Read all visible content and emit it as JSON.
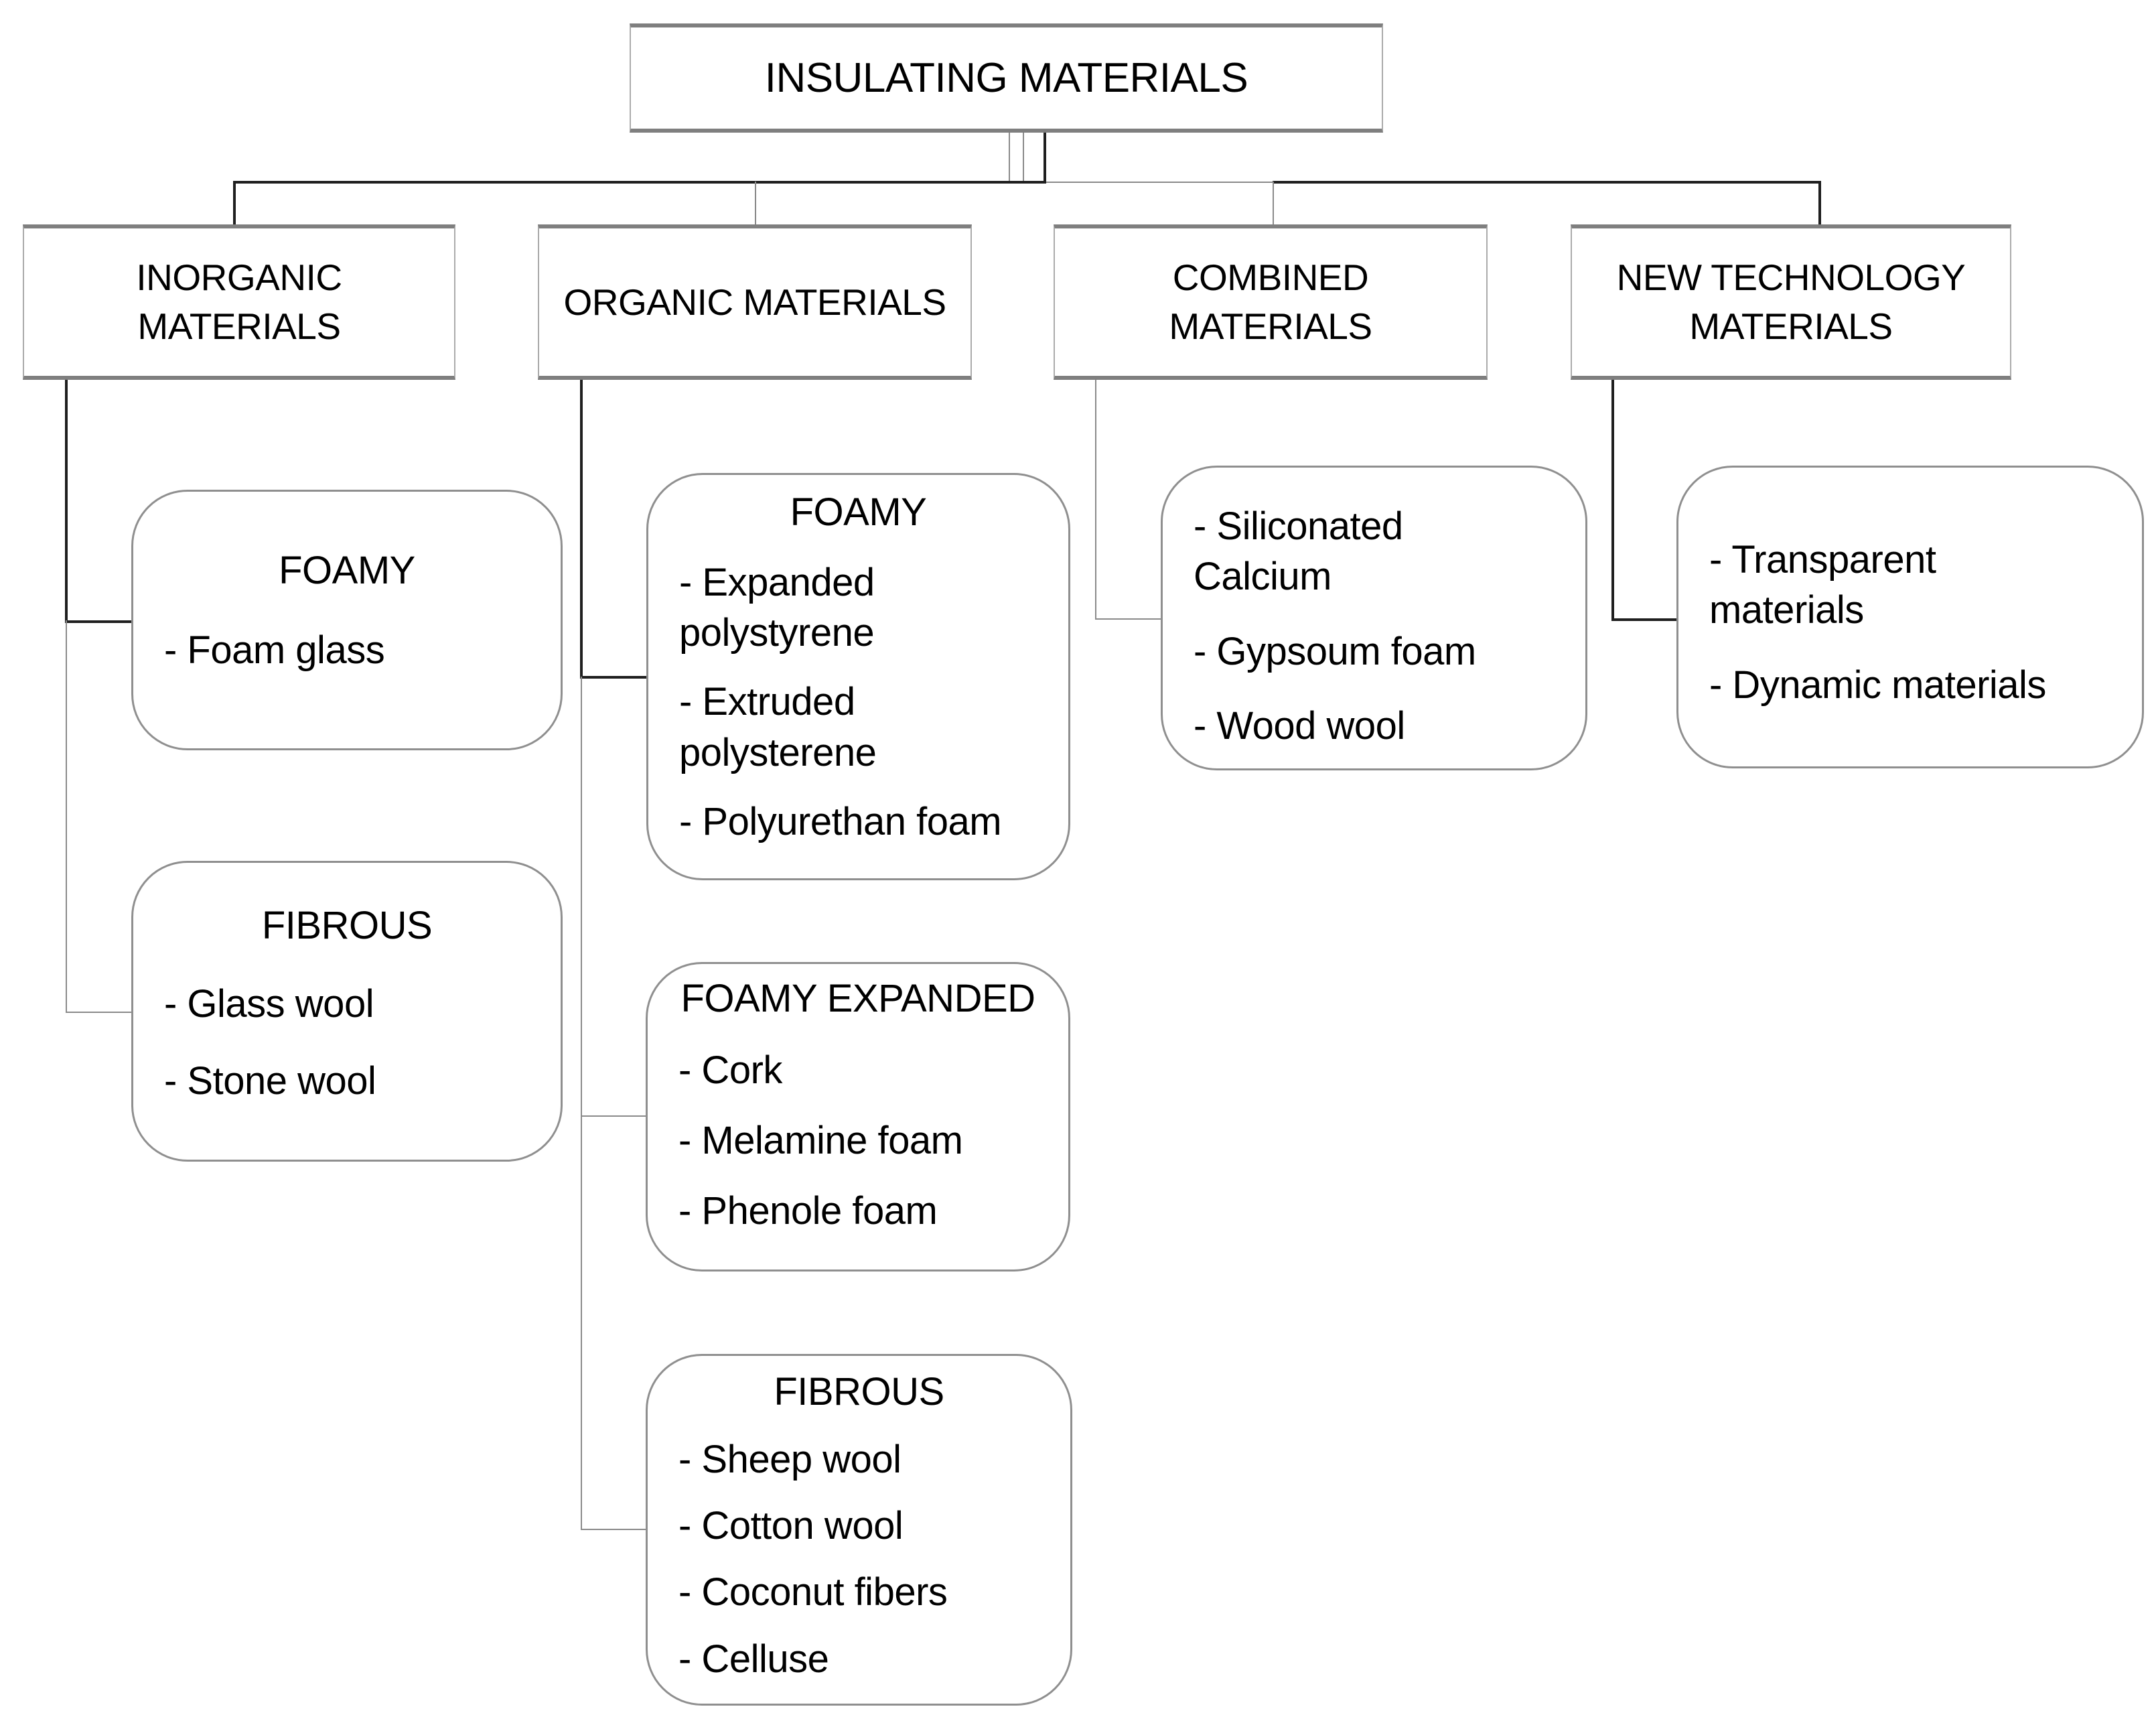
{
  "diagram": {
    "title": "INSULATING MATERIALS",
    "branches": {
      "inorganic": {
        "label": "INORGANIC\nMATERIALS",
        "children": [
          {
            "title": "FOAMY",
            "items": [
              "- Foam glass"
            ]
          },
          {
            "title": "FIBROUS",
            "items": [
              "- Glass wool",
              "- Stone wool"
            ]
          }
        ]
      },
      "organic": {
        "label": "ORGANIC MATERIALS",
        "children": [
          {
            "title": "FOAMY",
            "items": [
              "- Expanded\npolystyrene",
              "- Extruded\npolysterene",
              "- Polyurethan foam"
            ]
          },
          {
            "title": "FOAMY EXPANDED",
            "items": [
              "- Cork",
              "- Melamine foam",
              "- Phenole foam"
            ]
          },
          {
            "title": "FIBROUS",
            "items": [
              "- Sheep wool",
              "- Cotton wool",
              "- Coconut fibers",
              "- Celluse"
            ]
          }
        ]
      },
      "combined": {
        "label": "COMBINED\nMATERIALS",
        "children": [
          {
            "title": "",
            "items": [
              "- Siliconated\nCalcium",
              "- Gypsoum foam",
              "- Wood wool"
            ]
          }
        ]
      },
      "new_technology": {
        "label": "NEW TECHNOLOGY\nMATERIALS",
        "children": [
          {
            "title": "",
            "items": [
              "- Transparent\nmaterials",
              "- Dynamic materials"
            ]
          }
        ]
      }
    },
    "colors": {
      "line_dark": "#1f1f1f",
      "line_gray": "#8a8a8a",
      "box_border": "#8f8f8f"
    }
  }
}
